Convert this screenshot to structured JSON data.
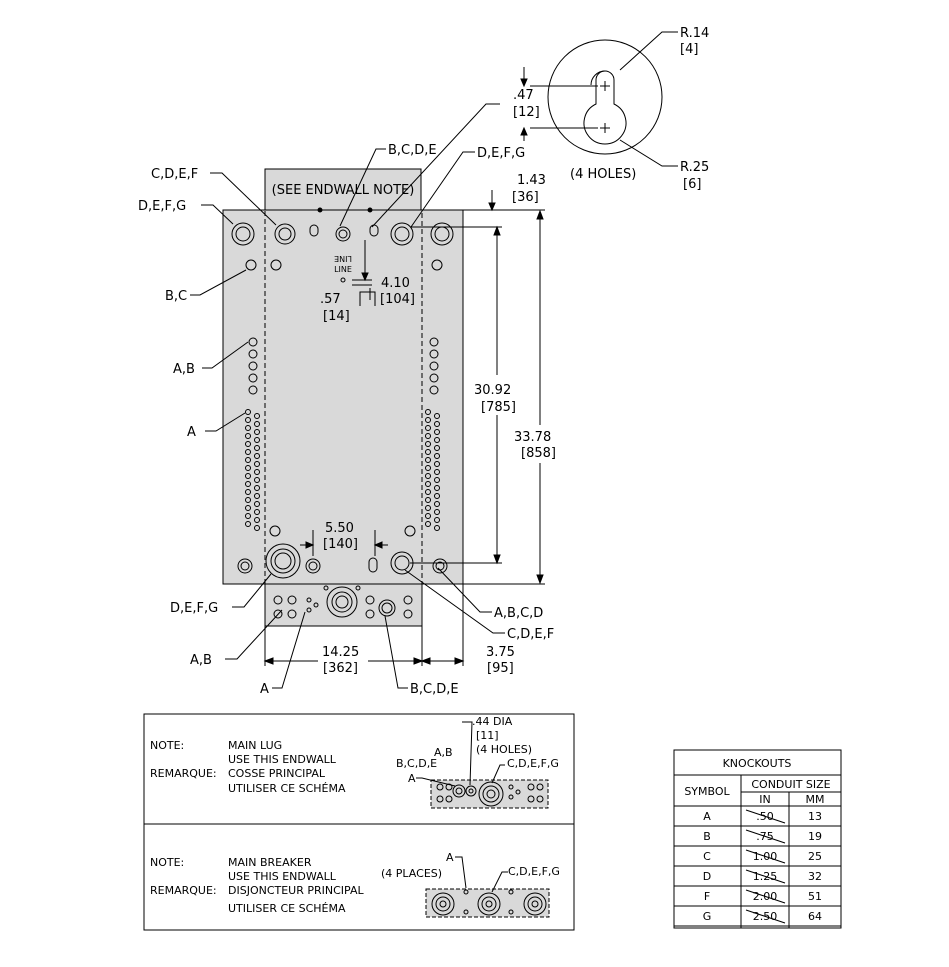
{
  "header": {
    "see_endwall_note": "(SEE ENDWALL NOTE)"
  },
  "keyhole": {
    "r_small": "R.14",
    "r_small_mm": "[4]",
    "r_large": "R.25",
    "r_large_mm": "[6]",
    "spacing": ".47",
    "spacing_mm": "[12]",
    "count": "(4 HOLES)"
  },
  "callouts": {
    "left_top1": "C,D,E,F",
    "left_top2": "D,E,F,G",
    "left_bc": "B,C",
    "left_ab": "A,B",
    "left_a": "A",
    "top_bcde": "B,C,D,E",
    "top_defg": "D,E,F,G",
    "bottom_defg": "D,E,F,G",
    "bottom_ab": "A,B",
    "bottom_a": "A",
    "bottom_bcde": "B,C,D,E",
    "right_abcd": "A,B,C,D",
    "right_cdef": "C,D,E,F"
  },
  "line_label": "LINE",
  "dimensions": {
    "d143": "1.43",
    "d143_mm": "[36]",
    "d410": "4.10",
    "d410_mm": "[104]",
    "d057": ".57",
    "d057_mm": "[14]",
    "d3092": "30.92",
    "d3092_mm": "[785]",
    "d3378": "33.78",
    "d3378_mm": "[858]",
    "d550": "5.50",
    "d550_mm": "[140]",
    "d1425": "14.25",
    "d1425_mm": "[362]",
    "d375": "3.75",
    "d375_mm": "[95]"
  },
  "note1": {
    "note_label": "NOTE:",
    "line1": "MAIN LUG",
    "line2": "USE THIS ENDWALL",
    "remark_label": "REMARQUE:",
    "line3": "COSSE PRINCIPAL",
    "line4": "UTILISER CE SCHÉMA",
    "dia": ".44 DIA",
    "dia_mm": "[11]",
    "holes": "(4 HOLES)",
    "lbl_bcde": "B,C,D,E",
    "lbl_ab": "A,B",
    "lbl_a": "A",
    "lbl_cdefg": "C,D,E,F,G"
  },
  "note2": {
    "note_label": "NOTE:",
    "line1": "MAIN BREAKER",
    "line2": "USE THIS ENDWALL",
    "remark_label": "REMARQUE:",
    "line3": "DISJONCTEUR PRINCIPAL",
    "line4": "UTILISER CE SCHÉMA",
    "places": "(4 PLACES)",
    "lbl_a": "A",
    "lbl_cdefg": "C,D,E,F,G"
  },
  "knockouts_table": {
    "title": "KNOCKOUTS",
    "symbol_header": "SYMBOL",
    "conduit_header": "CONDUIT  SIZE",
    "in_header": "IN",
    "mm_header": "MM",
    "rows": [
      {
        "symbol": "A",
        "in": ".50",
        "mm": "13"
      },
      {
        "symbol": "B",
        "in": ".75",
        "mm": "19"
      },
      {
        "symbol": "C",
        "in": "1.00",
        "mm": "25"
      },
      {
        "symbol": "D",
        "in": "1.25",
        "mm": "32"
      },
      {
        "symbol": "F",
        "in": "2.00",
        "mm": "51"
      },
      {
        "symbol": "G",
        "in": "2.50",
        "mm": "64"
      }
    ]
  },
  "colors": {
    "panel_fill": "#d9d9d9",
    "line": "#000000",
    "background": "#ffffff"
  }
}
